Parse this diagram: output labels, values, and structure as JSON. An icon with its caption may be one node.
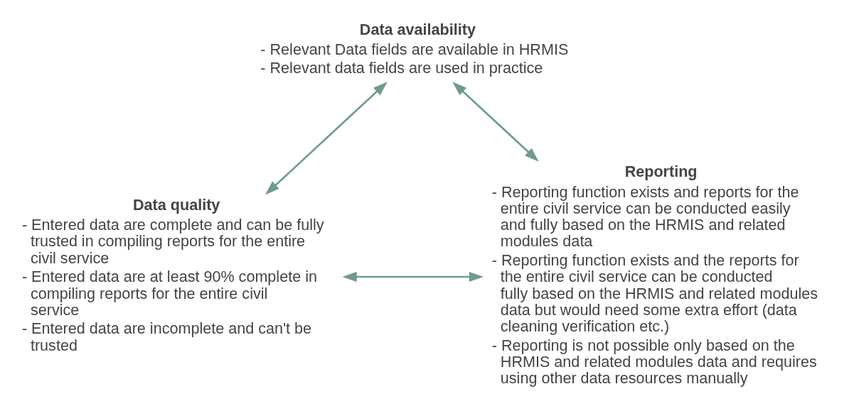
{
  "diagram": {
    "nodes": [
      {
        "text": [
          "Data availability",
          "- Relevant Data fields are available in HRMIS",
          "- Relevant data fields are used in practice"
        ]
      },
      {
        "text": [
          "Reporting",
          "- Reporting function exists and reports for the entire civil service can be conducted easily and fully based on the HRMIS and related modules data",
          "- Reporting function exists and the reports for the entire civil service can be conducted fully based on the HRMIS and related modules data but would need some extra effort (data cleaning verification etc.)",
          "- Reporting is not possible only based on the HRMIS and related modules data and requires using other data resources manually"
        ]
      },
      {
        "text": [
          "Data quality",
          "- Entered data are complete and can be fully trusted in compiling reports for the entire civil service",
          "- Entered data are at least 90% complete in compiling reports for the entire civil service",
          "- Entered data are incomplete and can't be trusted"
        ]
      }
    ],
    "edges": [
      {
        "from": 1,
        "to": 0,
        "arrow": "both"
      },
      {
        "from": 0,
        "to": 2,
        "arrow": "both"
      },
      {
        "from": 1,
        "to": 2,
        "arrow": "both"
      }
    ]
  }
}
